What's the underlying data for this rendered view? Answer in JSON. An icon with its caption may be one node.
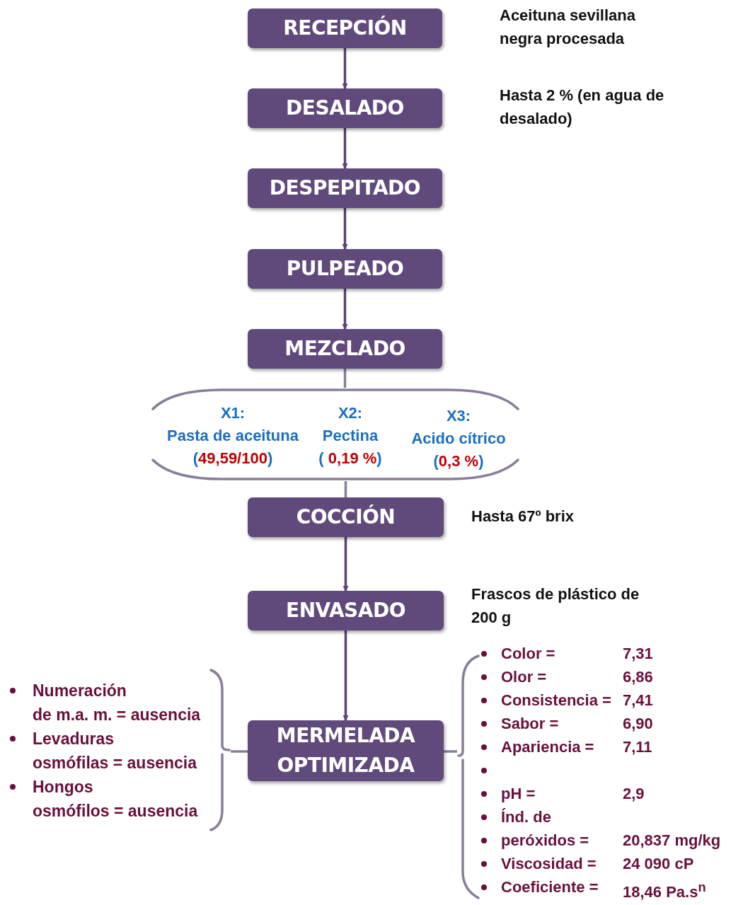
{
  "diagram": {
    "nodes": [
      {
        "text": [
          "RECEPCIÓN"
        ],
        "beside": [
          "Aceituna sevillana negra procesada"
        ]
      },
      {
        "text": [
          "DESALADO"
        ],
        "beside": [
          "Hasta 2 % (en agua de desalado)"
        ]
      },
      {
        "text": [
          "DESPEPITADO"
        ]
      },
      {
        "text": [
          "PULPEADO"
        ]
      },
      {
        "text": [
          "MEZCLADO"
        ]
      },
      {
        "text": [
          "X1:",
          "Pasta de aceituna (49,59/100)",
          "X2:",
          "Pectina ( 0,19 %)",
          "X3:",
          "Acido cítrico (0,3 %)"
        ]
      },
      {
        "text": [
          "COCCIÓN"
        ],
        "beside": [
          "Hasta 67º brix"
        ]
      },
      {
        "text": [
          "ENVASADO"
        ],
        "beside": [
          "Frascos de plástico de 200 g"
        ]
      },
      {
        "text": [
          "MERMELADA OPTIMIZADA"
        ]
      },
      {
        "text": [
          "Numeración de m.a. m. = ausencia",
          "Levaduras osmófilas = ausencia",
          "Hongos osmófilos = ausencia"
        ]
      },
      {
        "text": [
          "Color = 7,31",
          "Olor = 6,86",
          "Consistencia = 7,41",
          "Sabor = 6,90",
          "Apariencia = 7,11",
          "pH = 2,9",
          "Índ. de",
          "peróxidos = 20,837 mg/kg",
          "Viscosidad = 24 090 cP",
          "Coeficiente = 18,46 Pa.s$^{n}$"
        ]
      }
    ],
    "edges": [
      {
        "from": 0,
        "to": 1,
        "arrow": "to"
      },
      {
        "from": 1,
        "to": 2,
        "arrow": "to"
      },
      {
        "from": 2,
        "to": 3,
        "arrow": "to"
      },
      {
        "from": 3,
        "to": 4,
        "arrow": "to"
      },
      {
        "from": 4,
        "to": 5,
        "arrow": "none"
      },
      {
        "from": 5,
        "to": 6,
        "arrow": "none"
      },
      {
        "from": 6,
        "to": 7,
        "arrow": "to"
      },
      {
        "from": 7,
        "to": 8,
        "arrow": "to"
      },
      {
        "from": 9,
        "to": 8,
        "arrow": "none"
      },
      {
        "from": 8,
        "to": 10,
        "arrow": "none"
      }
    ]
  }
}
